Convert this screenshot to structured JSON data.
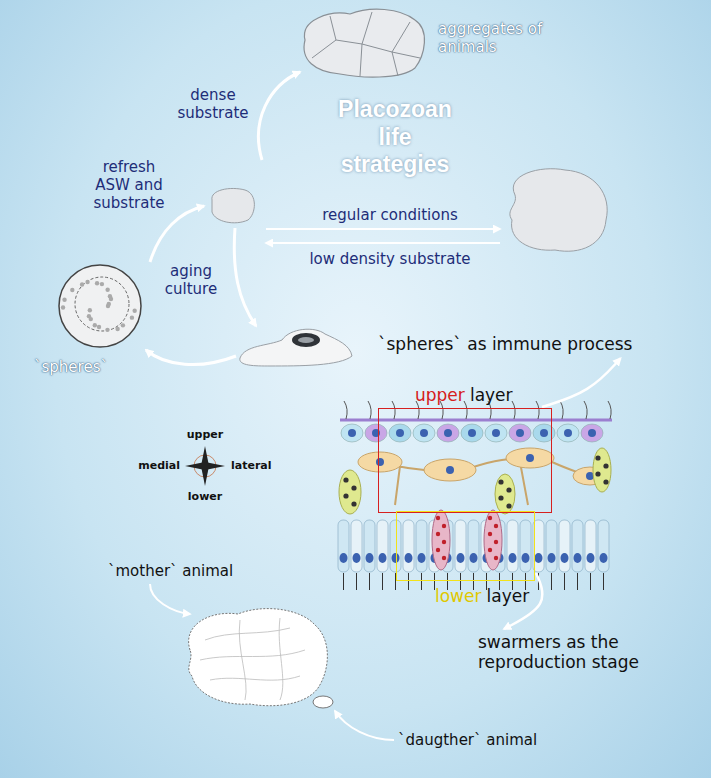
{
  "diagram": {
    "title": "Placozoan life strategies",
    "nodes": [
      {
        "text": [
          "aggregates of animals"
        ]
      },
      {
        "text": [
          "`spheres`"
        ]
      },
      {
        "text": [
          "upper layer"
        ]
      },
      {
        "text": [
          "lower layer"
        ]
      },
      {
        "text": [
          "`spheres` as immune process"
        ]
      },
      {
        "text": [
          "swarmers as the reproduction stage"
        ]
      }
    ],
    "edges": [
      {
        "from": 2,
        "to": 4,
        "arrow": "to"
      },
      {
        "from": 3,
        "to": 5,
        "arrow": "to"
      }
    ],
    "labels": [
      "dense substrate",
      "refresh ASW and substrate",
      "aging culture",
      "regular conditions",
      "low density substrate",
      "upper",
      "medial",
      "lateral",
      "lower",
      "`mother` animal",
      "`daugther` animal"
    ]
  }
}
